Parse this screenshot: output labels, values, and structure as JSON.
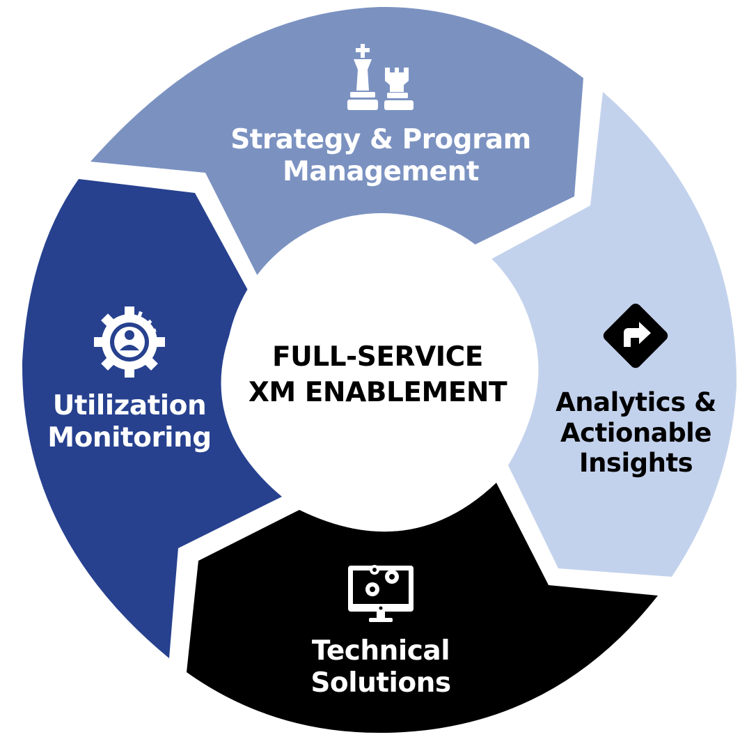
{
  "center": {
    "line1": "FULL-SERVICE",
    "line2": "XM ENABLEMENT"
  },
  "segments": [
    {
      "id": "strategy",
      "lines": [
        "Strategy & Program",
        "Management"
      ],
      "icon": "chess-king-rook-icon",
      "fill": "#7b92c1",
      "text_color": "#ffffff"
    },
    {
      "id": "analytics",
      "lines": [
        "Analytics &",
        "Actionable",
        "Insights"
      ],
      "icon": "road-sign-turn-right-icon",
      "fill": "#c3d2ec",
      "text_color": "#000000"
    },
    {
      "id": "technical",
      "lines": [
        "Technical",
        "Solutions"
      ],
      "icon": "monitor-gears-icon",
      "fill": "#000000",
      "text_color": "#ffffff"
    },
    {
      "id": "utilization",
      "lines": [
        "Utilization",
        "Monitoring"
      ],
      "icon": "gear-user-icon",
      "fill": "#27418f",
      "text_color": "#ffffff"
    }
  ]
}
